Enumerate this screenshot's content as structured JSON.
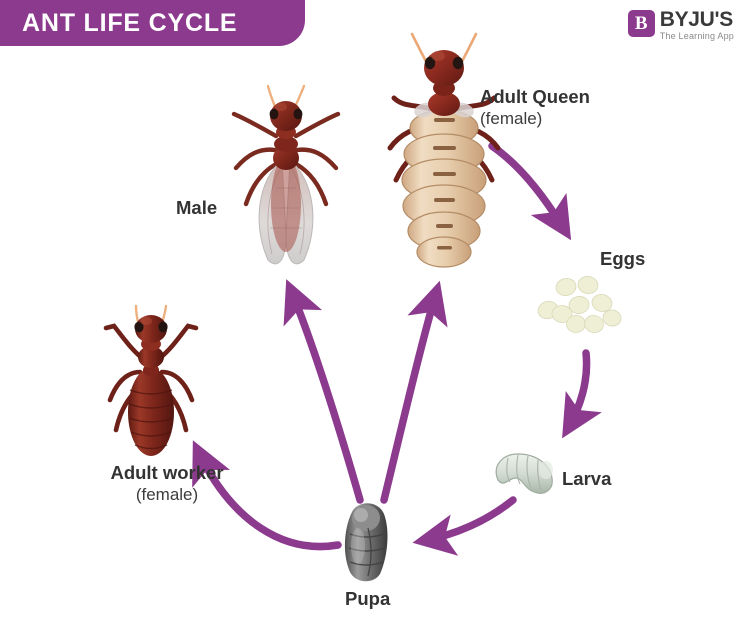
{
  "header": {
    "title": "ANT LIFE CYCLE",
    "banner_color": "#8B3A8E",
    "logo": {
      "mark": "B",
      "wordmark": "BYJU'S",
      "tagline": "The Learning App",
      "color": "#8B3A8E"
    }
  },
  "diagram": {
    "type": "life-cycle",
    "accent_color": "#8B3A8E",
    "text_color": "#333333",
    "background": "#ffffff",
    "stages": [
      {
        "id": "queen",
        "label": "Adult Queen",
        "sublabel": "(female)",
        "body_color": "#E8CBA8",
        "head_color": "#8E2A22"
      },
      {
        "id": "male",
        "label": "Male",
        "sublabel": "",
        "body_color": "#C9BEBB",
        "head_color": "#8E2A22"
      },
      {
        "id": "eggs",
        "label": "Eggs",
        "sublabel": "",
        "body_color": "#EFEFD8",
        "count": 9
      },
      {
        "id": "larva",
        "label": "Larva",
        "sublabel": "",
        "body_color": "#D6DED4"
      },
      {
        "id": "pupa",
        "label": "Pupa",
        "sublabel": "",
        "body_color": "#8A8A8A"
      },
      {
        "id": "worker",
        "label": "Adult worker",
        "sublabel": "(female)",
        "body_color": "#7E2A20",
        "head_color": "#8E2A22"
      }
    ],
    "transitions": [
      {
        "from": "queen",
        "to": "eggs"
      },
      {
        "from": "eggs",
        "to": "larva"
      },
      {
        "from": "larva",
        "to": "pupa"
      },
      {
        "from": "pupa",
        "to": "worker"
      },
      {
        "from": "pupa",
        "to": "male"
      },
      {
        "from": "pupa",
        "to": "queen"
      }
    ]
  }
}
